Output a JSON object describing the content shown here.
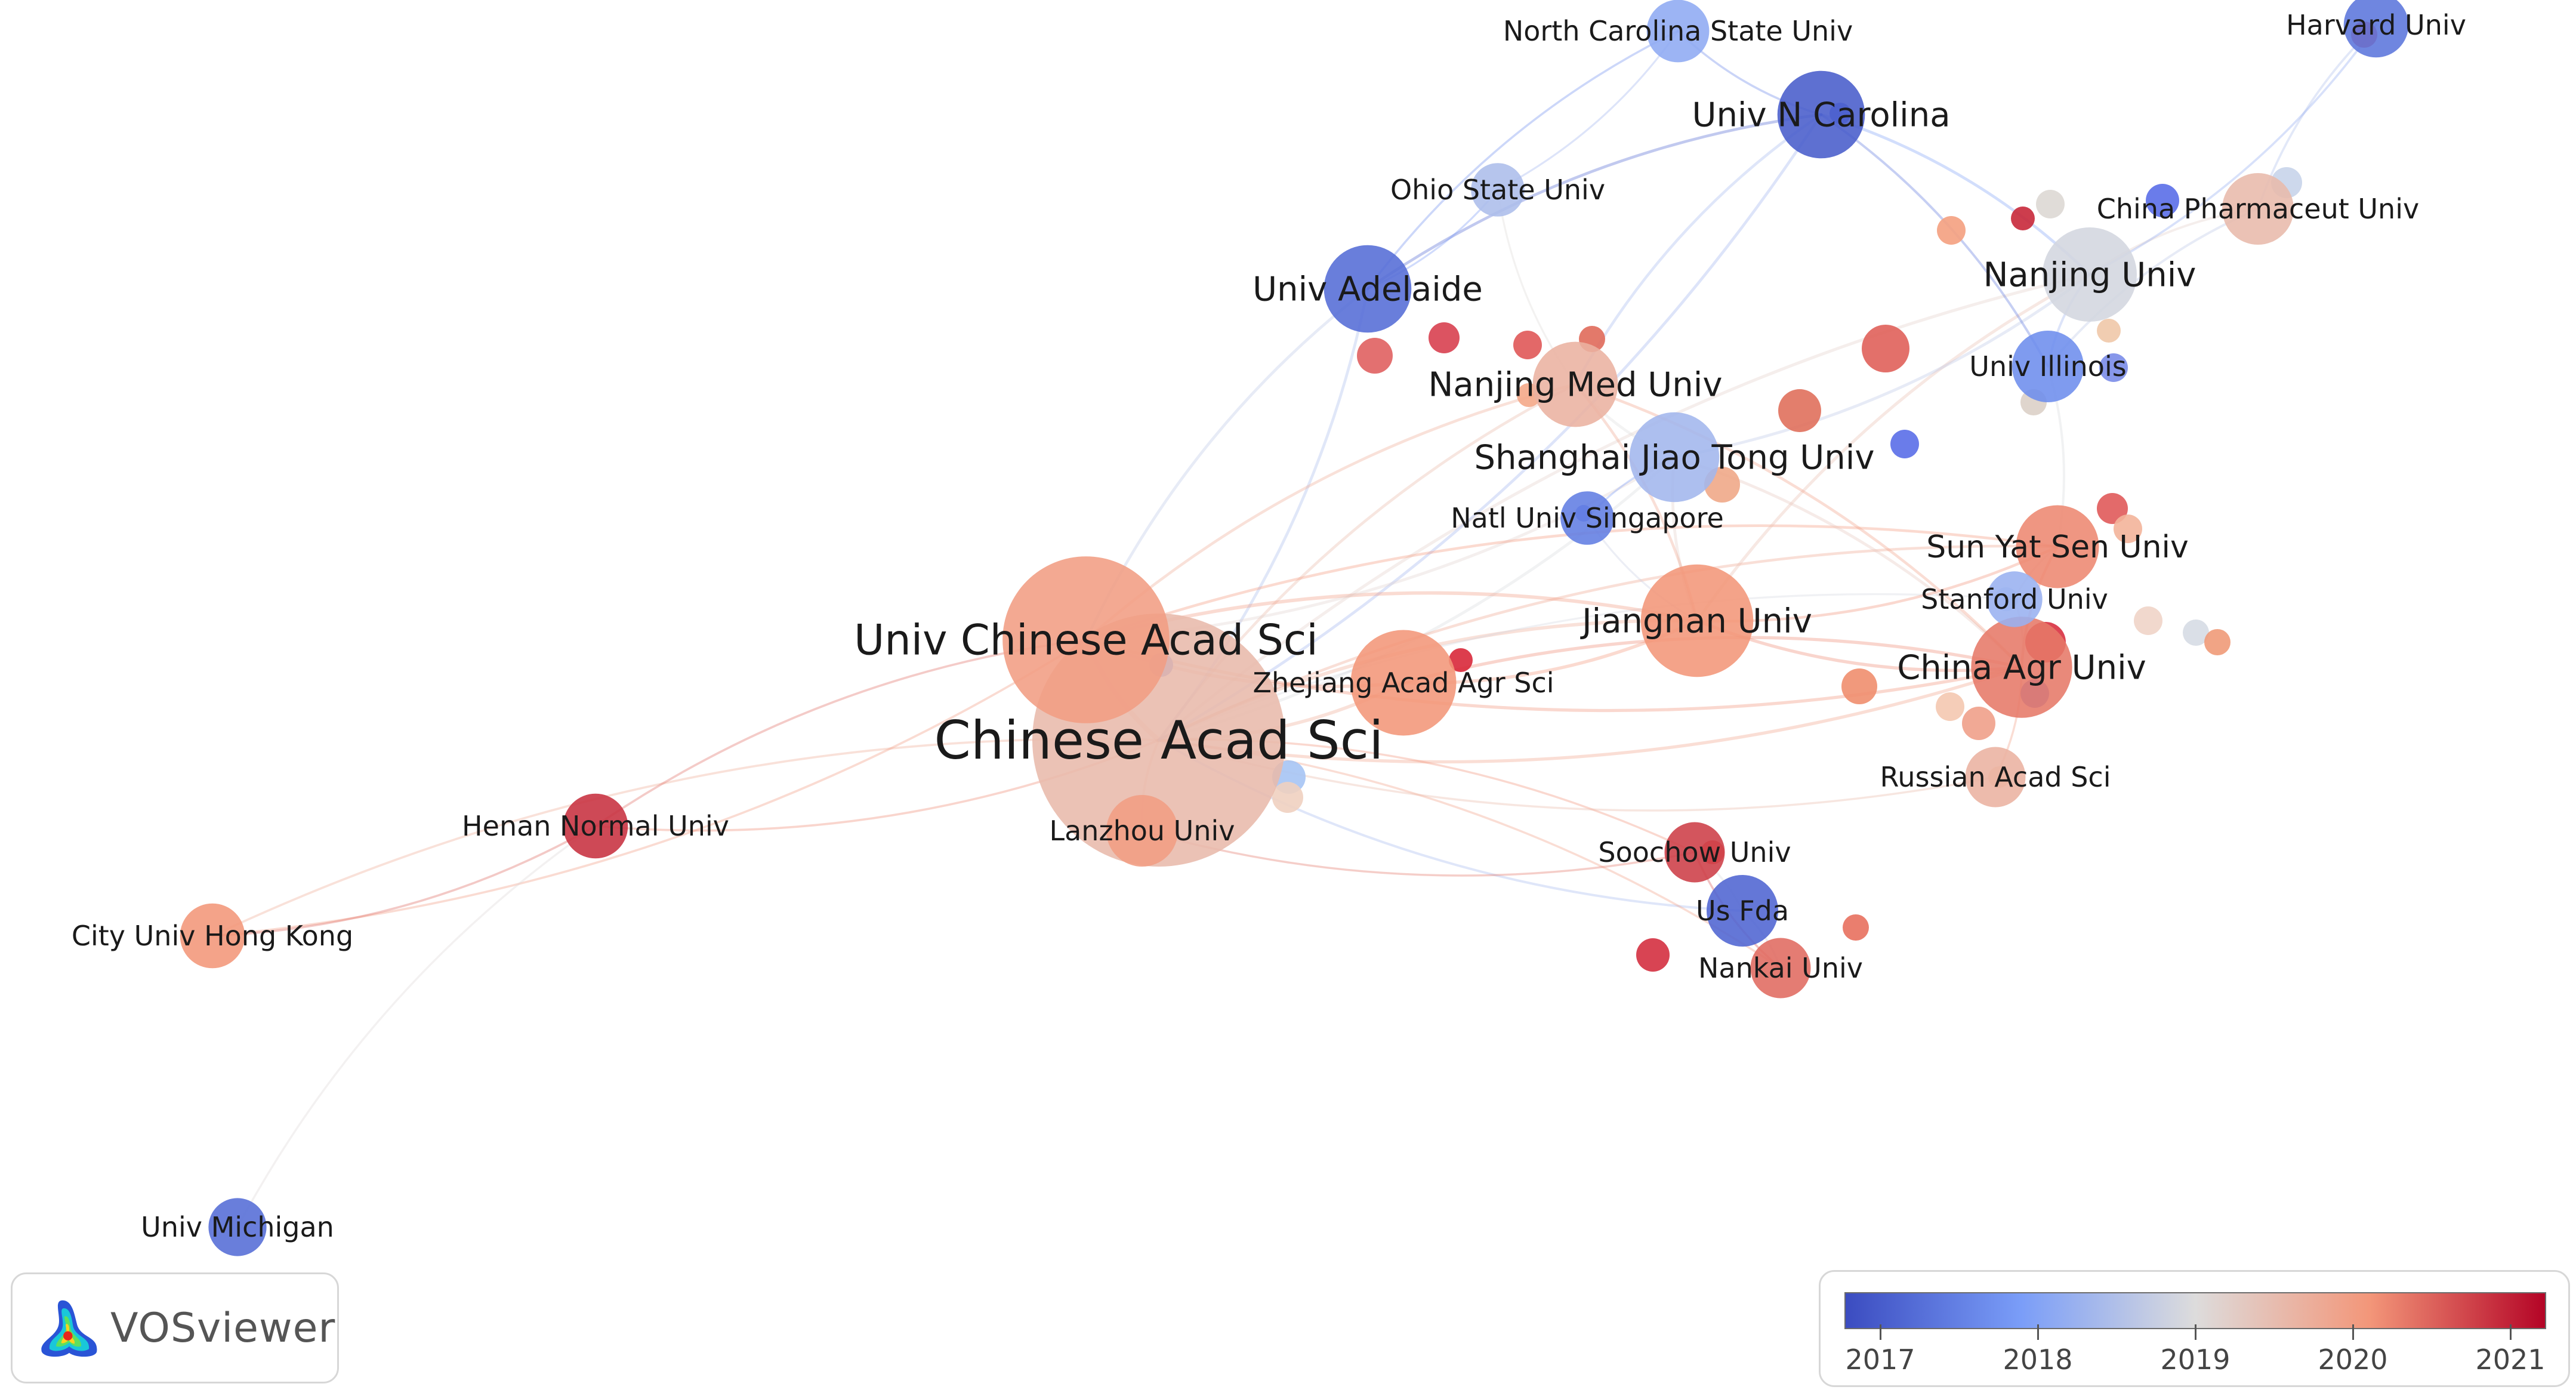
{
  "colors": {
    "y2017": "#3b4cc0",
    "y2018": "#7a9df8",
    "y2019": "#dddcdc",
    "y2020": "#f39679",
    "y2021": "#b40426"
  },
  "nodes": [
    {
      "id": "cas",
      "label": "Chinese Acad Sci",
      "year": 2019.5,
      "weight": 1.0,
      "labelSize": 3,
      "labelPos": "right"
    },
    {
      "id": "ucas",
      "label": "Univ Chinese Acad Sci",
      "year": 2019.9,
      "weight": 0.62,
      "labelSize": 2,
      "labelPos": "center"
    },
    {
      "id": "zaas",
      "label": "Zhejiang Acad Agr Sci",
      "year": 2020.0,
      "weight": 0.35,
      "labelSize": 1,
      "labelPos": "right"
    },
    {
      "id": "jiangnan",
      "label": "Jiangnan Univ",
      "year": 2020.0,
      "weight": 0.38,
      "labelSize": 1.5,
      "labelPos": "center"
    },
    {
      "id": "cau",
      "label": "China Agr Univ",
      "year": 2020.2,
      "weight": 0.33,
      "labelSize": 1.5,
      "labelPos": "center"
    },
    {
      "id": "nju",
      "label": "Nanjing Univ",
      "year": 2018.9,
      "weight": 0.3,
      "labelSize": 1.5,
      "labelPos": "center"
    },
    {
      "id": "njmu",
      "label": "Nanjing Med Univ",
      "year": 2019.6,
      "weight": 0.26,
      "labelSize": 1.5,
      "labelPos": "center"
    },
    {
      "id": "sjtu",
      "label": "Shanghai Jiao Tong Univ",
      "year": 2018.4,
      "weight": 0.28,
      "labelSize": 1.5,
      "labelPos": "center"
    },
    {
      "id": "unc",
      "label": "Univ N Carolina",
      "year": 2017.2,
      "weight": 0.27,
      "labelSize": 1.5,
      "labelPos": "center"
    },
    {
      "id": "adelaide",
      "label": "Univ Adelaide",
      "year": 2017.4,
      "weight": 0.27,
      "labelSize": 1.5,
      "labelPos": "center"
    },
    {
      "id": "sysu",
      "label": "Sun Yat Sen Univ",
      "year": 2020.1,
      "weight": 0.25,
      "labelSize": 1.3,
      "labelPos": "center"
    },
    {
      "id": "harvard",
      "label": "Harvard Univ",
      "year": 2017.5,
      "weight": 0.17,
      "labelSize": 1,
      "labelPos": "center"
    },
    {
      "id": "cpu",
      "label": "China Pharmaceut Univ",
      "year": 2019.5,
      "weight": 0.2,
      "labelSize": 1,
      "labelPos": "center"
    },
    {
      "id": "illinois",
      "label": "Univ Illinois",
      "year": 2017.8,
      "weight": 0.2,
      "labelSize": 1,
      "labelPos": "center"
    },
    {
      "id": "ncsu",
      "label": "North Carolina State Univ",
      "year": 2018.2,
      "weight": 0.16,
      "labelSize": 1,
      "labelPos": "center"
    },
    {
      "id": "osu",
      "label": "Ohio State Univ",
      "year": 2018.5,
      "weight": 0.12,
      "labelSize": 1,
      "labelPos": "center"
    },
    {
      "id": "nus",
      "label": "Natl Univ Singapore",
      "year": 2017.6,
      "weight": 0.12,
      "labelSize": 1,
      "labelPos": "center"
    },
    {
      "id": "stanford",
      "label": "Stanford Univ",
      "year": 2018.3,
      "weight": 0.13,
      "labelSize": 1,
      "labelPos": "center"
    },
    {
      "id": "russian",
      "label": "Russian Acad Sci",
      "year": 2019.6,
      "weight": 0.15,
      "labelSize": 1,
      "labelPos": "center"
    },
    {
      "id": "lanzhou",
      "label": "Lanzhou Univ",
      "year": 2019.9,
      "weight": 0.2,
      "labelSize": 1,
      "labelPos": "center"
    },
    {
      "id": "henan",
      "label": "Henan Normal Univ",
      "year": 2020.7,
      "weight": 0.17,
      "labelSize": 1,
      "labelPos": "center"
    },
    {
      "id": "cityu",
      "label": "City Univ Hong Kong",
      "year": 2020.0,
      "weight": 0.17,
      "labelSize": 1,
      "labelPos": "center"
    },
    {
      "id": "soochow",
      "label": "Soochow Univ",
      "year": 2020.6,
      "weight": 0.15,
      "labelSize": 1,
      "labelPos": "center"
    },
    {
      "id": "fda",
      "label": "Us Fda",
      "year": 2017.3,
      "weight": 0.2,
      "labelSize": 1,
      "labelPos": "center"
    },
    {
      "id": "nankai",
      "label": "Nankai Univ",
      "year": 2020.3,
      "weight": 0.15,
      "labelSize": 1,
      "labelPos": "center"
    },
    {
      "id": "michigan",
      "label": "Univ Michigan",
      "year": 2017.4,
      "weight": 0.14,
      "labelSize": 1,
      "labelPos": "center"
    }
  ],
  "logo": {
    "text": "VOSviewer"
  },
  "legend": {
    "ticks": [
      "2017",
      "2018",
      "2019",
      "2020",
      "2021"
    ]
  }
}
